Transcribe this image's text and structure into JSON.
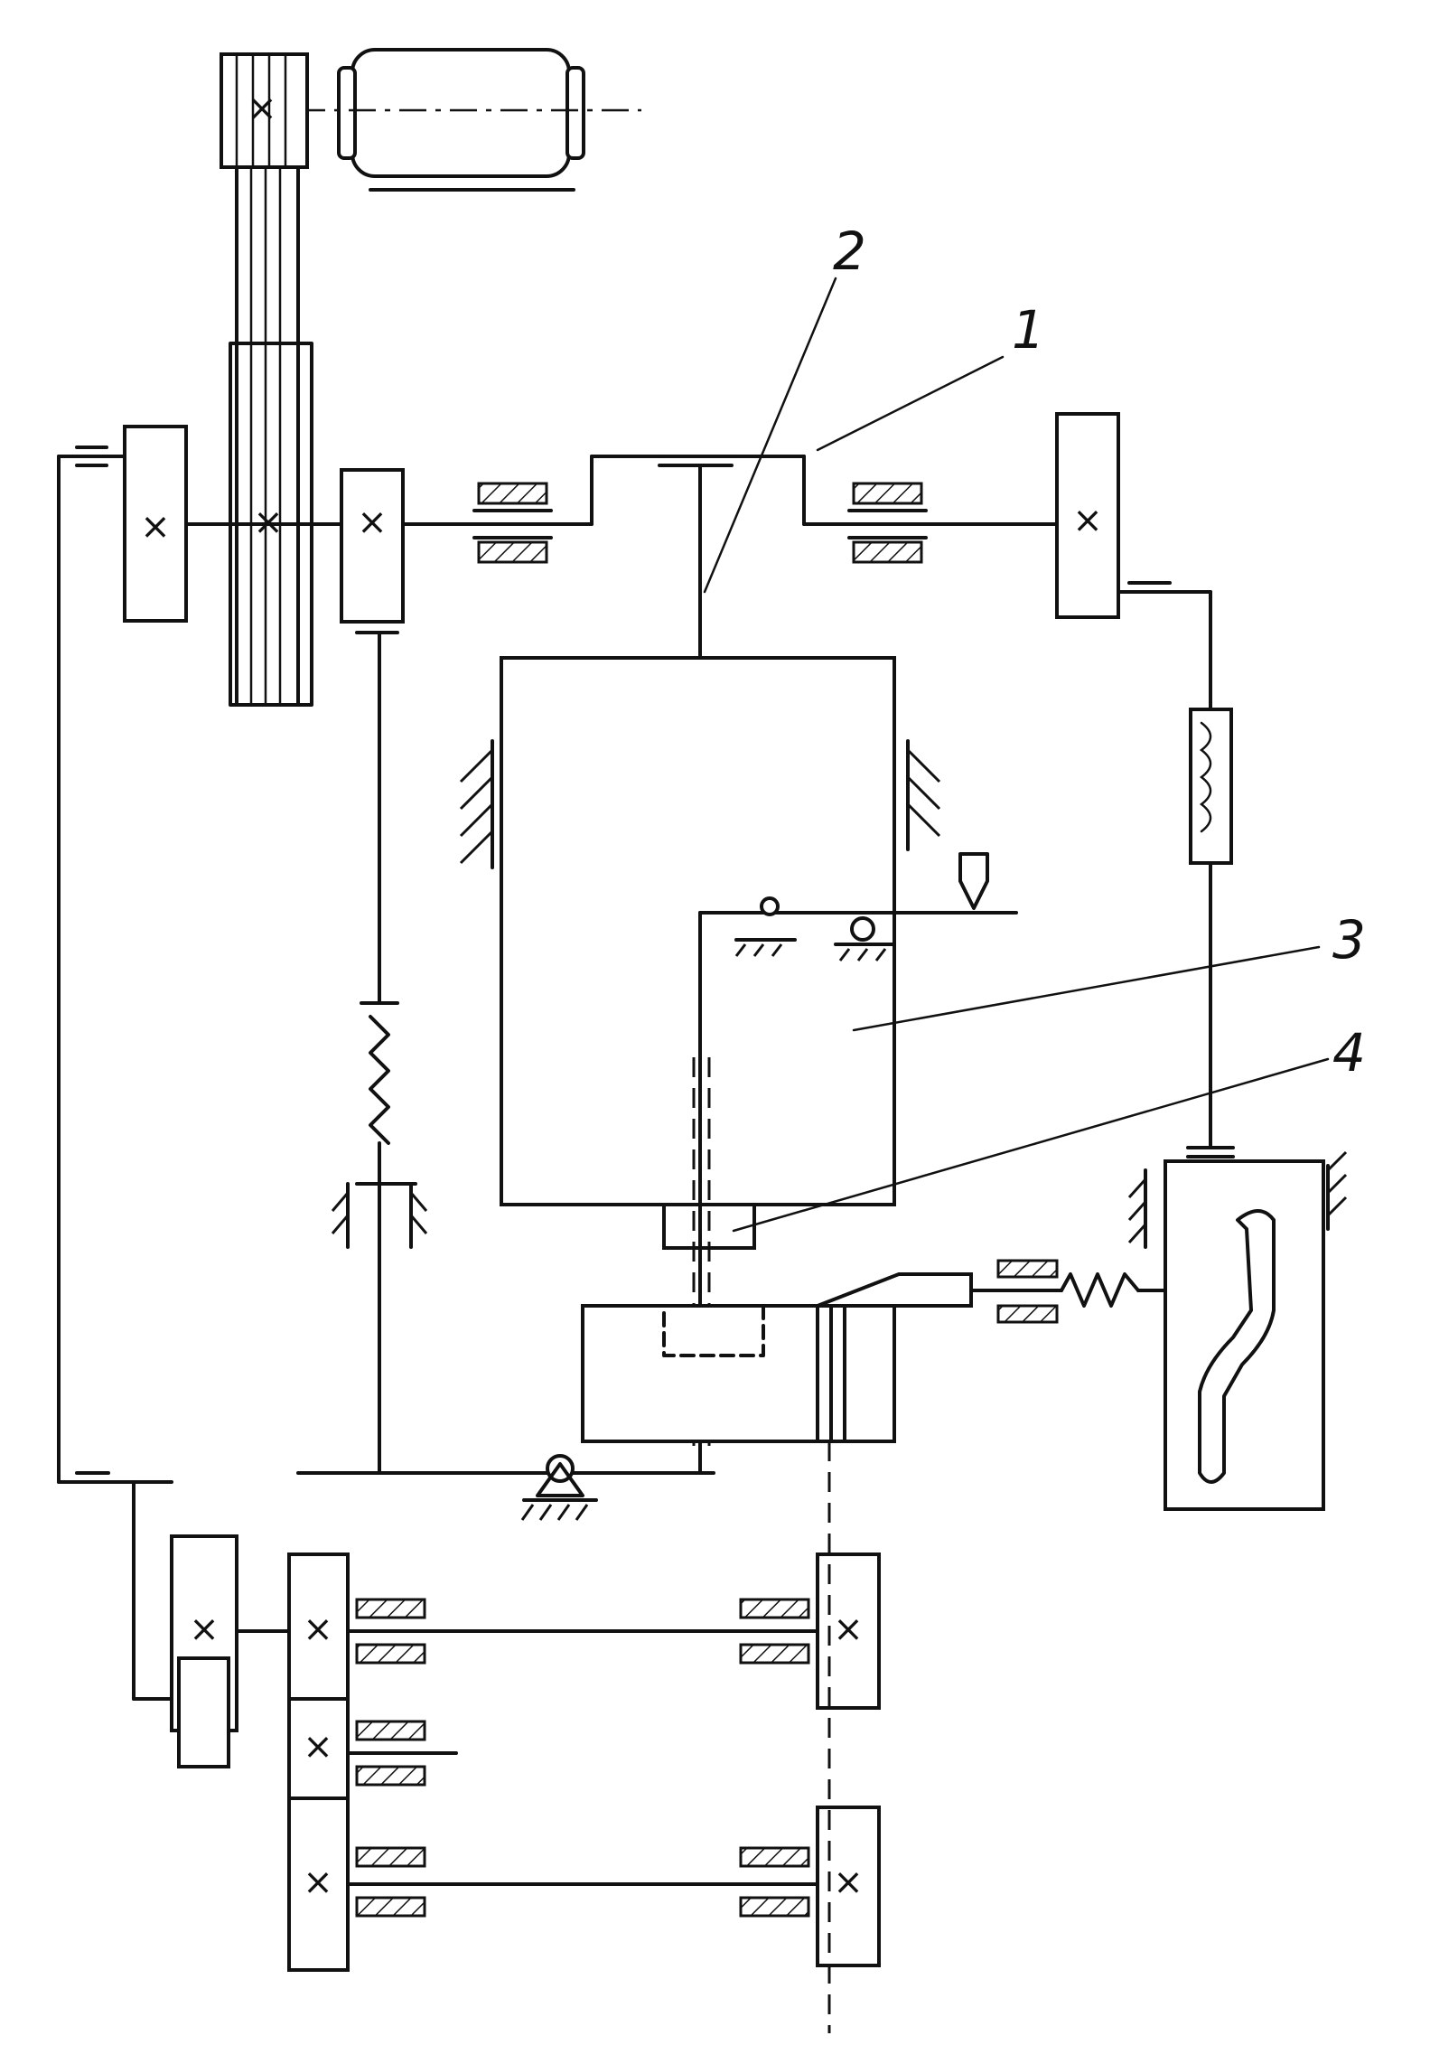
{
  "callouts": [
    {
      "id": "1",
      "text": "1"
    },
    {
      "id": "2",
      "text": "2"
    },
    {
      "id": "3",
      "text": "3"
    },
    {
      "id": "4",
      "text": "4"
    }
  ],
  "colors": {
    "ink": "#111111",
    "paper": "#ffffff"
  },
  "icons": [
    "electric-motor-icon",
    "belt-drive-icon",
    "gear-icon",
    "bearing-support-icon",
    "spring-icon",
    "cam-slot-icon",
    "pivot-icon",
    "ground-hatch-icon"
  ]
}
